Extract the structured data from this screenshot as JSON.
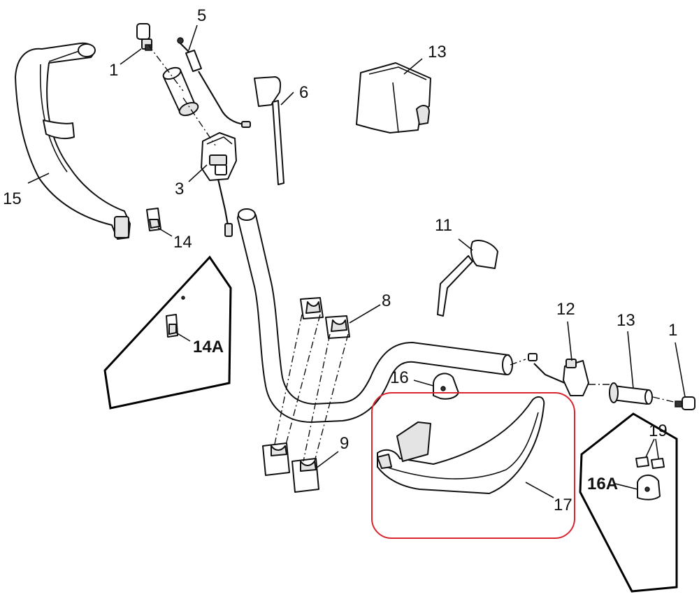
{
  "diagram": {
    "highlight_color": "#d9262e",
    "callouts": {
      "c1a": "1",
      "c1b": "1",
      "c3": "3",
      "c5": "5",
      "c6": "6",
      "c8": "8",
      "c9": "9",
      "c11": "11",
      "c12": "12",
      "c13a": "13",
      "c13b": "13",
      "c14": "14",
      "c14a": "14A",
      "c15": "15",
      "c16": "16",
      "c16a": "16A",
      "c17": "17",
      "c19": "19"
    }
  }
}
